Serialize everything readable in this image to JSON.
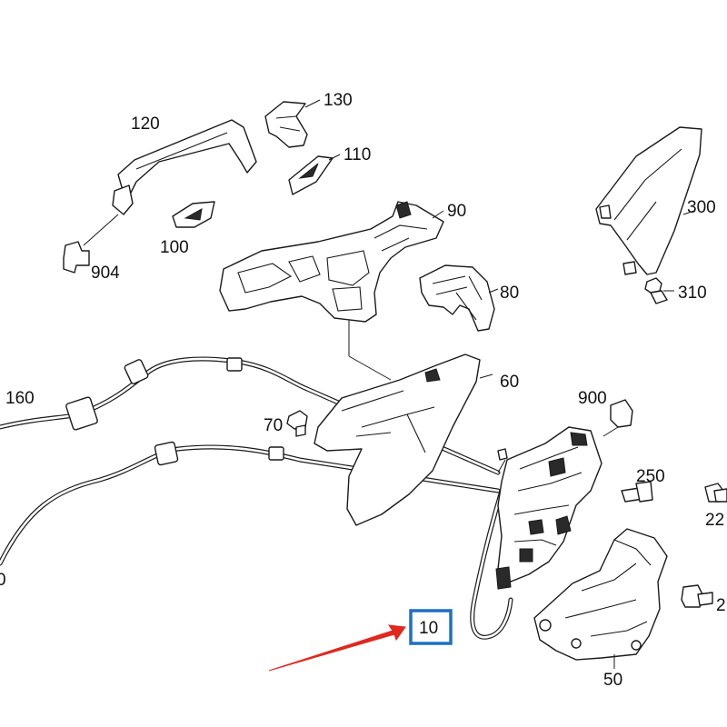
{
  "labels": {
    "p10": "10",
    "p50": "50",
    "p60": "60",
    "p70": "70",
    "p80": "80",
    "p90": "90",
    "p100": "100",
    "p110": "110",
    "p120": "120",
    "p130": "130",
    "p160": "160",
    "p250": "250",
    "p300": "300",
    "p310": "310",
    "p900": "900",
    "p904": "904",
    "p22_partial": "22",
    "p2_partial": "2",
    "p0_partial": "0"
  },
  "highlight": {
    "box_color": "#1f6fc5",
    "arrow_color": "#e0281e",
    "target_label": "10"
  }
}
